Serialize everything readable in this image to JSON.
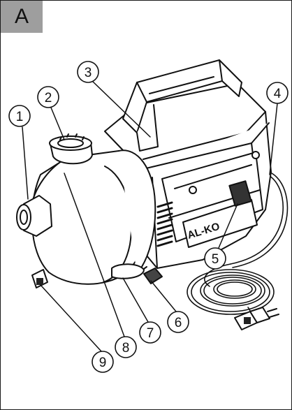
{
  "panel": {
    "label": "A"
  },
  "brand": "AL-KO",
  "callouts": [
    "1",
    "2",
    "3",
    "4",
    "5",
    "6",
    "7",
    "8",
    "9"
  ],
  "colors": {
    "panel_label_bg": "#9e9e9e",
    "line": "#111111",
    "background": "#ffffff"
  }
}
